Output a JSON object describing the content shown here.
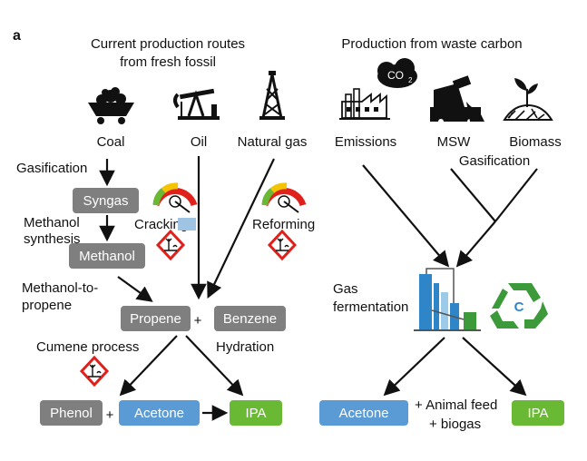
{
  "panel_label": "a",
  "left": {
    "heading_line1": "Current production routes",
    "heading_line2": "from fresh fossil",
    "sources": [
      "Coal",
      "Oil",
      "Natural gas"
    ],
    "gasification": "Gasification",
    "methanol_synthesis_line1": "Methanol",
    "methanol_synthesis_line2": "synthesis",
    "cracking": "Cracking",
    "reforming": "Reforming",
    "methanol_to_propene_line1": "Methanol-to-",
    "methanol_to_propene_line2": "propene",
    "cumene_process": "Cumene process",
    "hydration": "Hydration",
    "plus": "+",
    "boxes": {
      "syngas": "Syngas",
      "methanol": "Methanol",
      "propene": "Propene",
      "benzene": "Benzene",
      "phenol": "Phenol",
      "acetone": "Acetone",
      "ipa": "IPA"
    }
  },
  "right": {
    "heading": "Production from waste carbon",
    "co2_label": "CO",
    "co2_sub": "2",
    "sources": [
      "Emissions",
      "MSW",
      "Biomass"
    ],
    "gasification": "Gasification",
    "gas_fermentation_line1": "Gas",
    "gas_fermentation_line2": "fermentation",
    "recycle_letter": "C",
    "byproducts_line1": "+ Animal feed",
    "byproducts_line2": "+ biogas",
    "boxes": {
      "acetone": "Acetone",
      "ipa": "IPA"
    }
  },
  "colors": {
    "intermediate_box": "#7f7f7f",
    "acetone_box": "#5b9bd5",
    "ipa_box": "#6ab934",
    "hazard_red": "#e0201b",
    "recycle_green": "#3c9a3a",
    "fermenter_blue": "#2e86c8"
  }
}
